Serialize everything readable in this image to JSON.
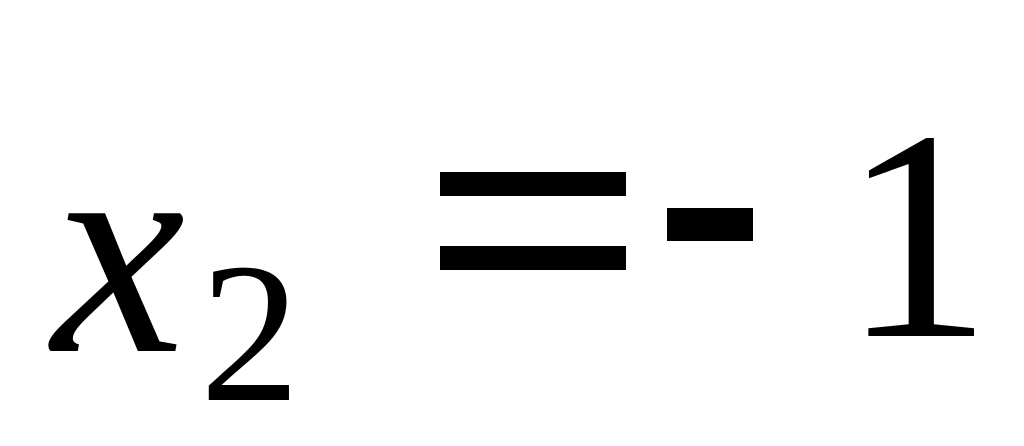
{
  "equation": {
    "variable": "x",
    "subscript": "2",
    "relation": "=",
    "sign": "-",
    "value": "1"
  }
}
